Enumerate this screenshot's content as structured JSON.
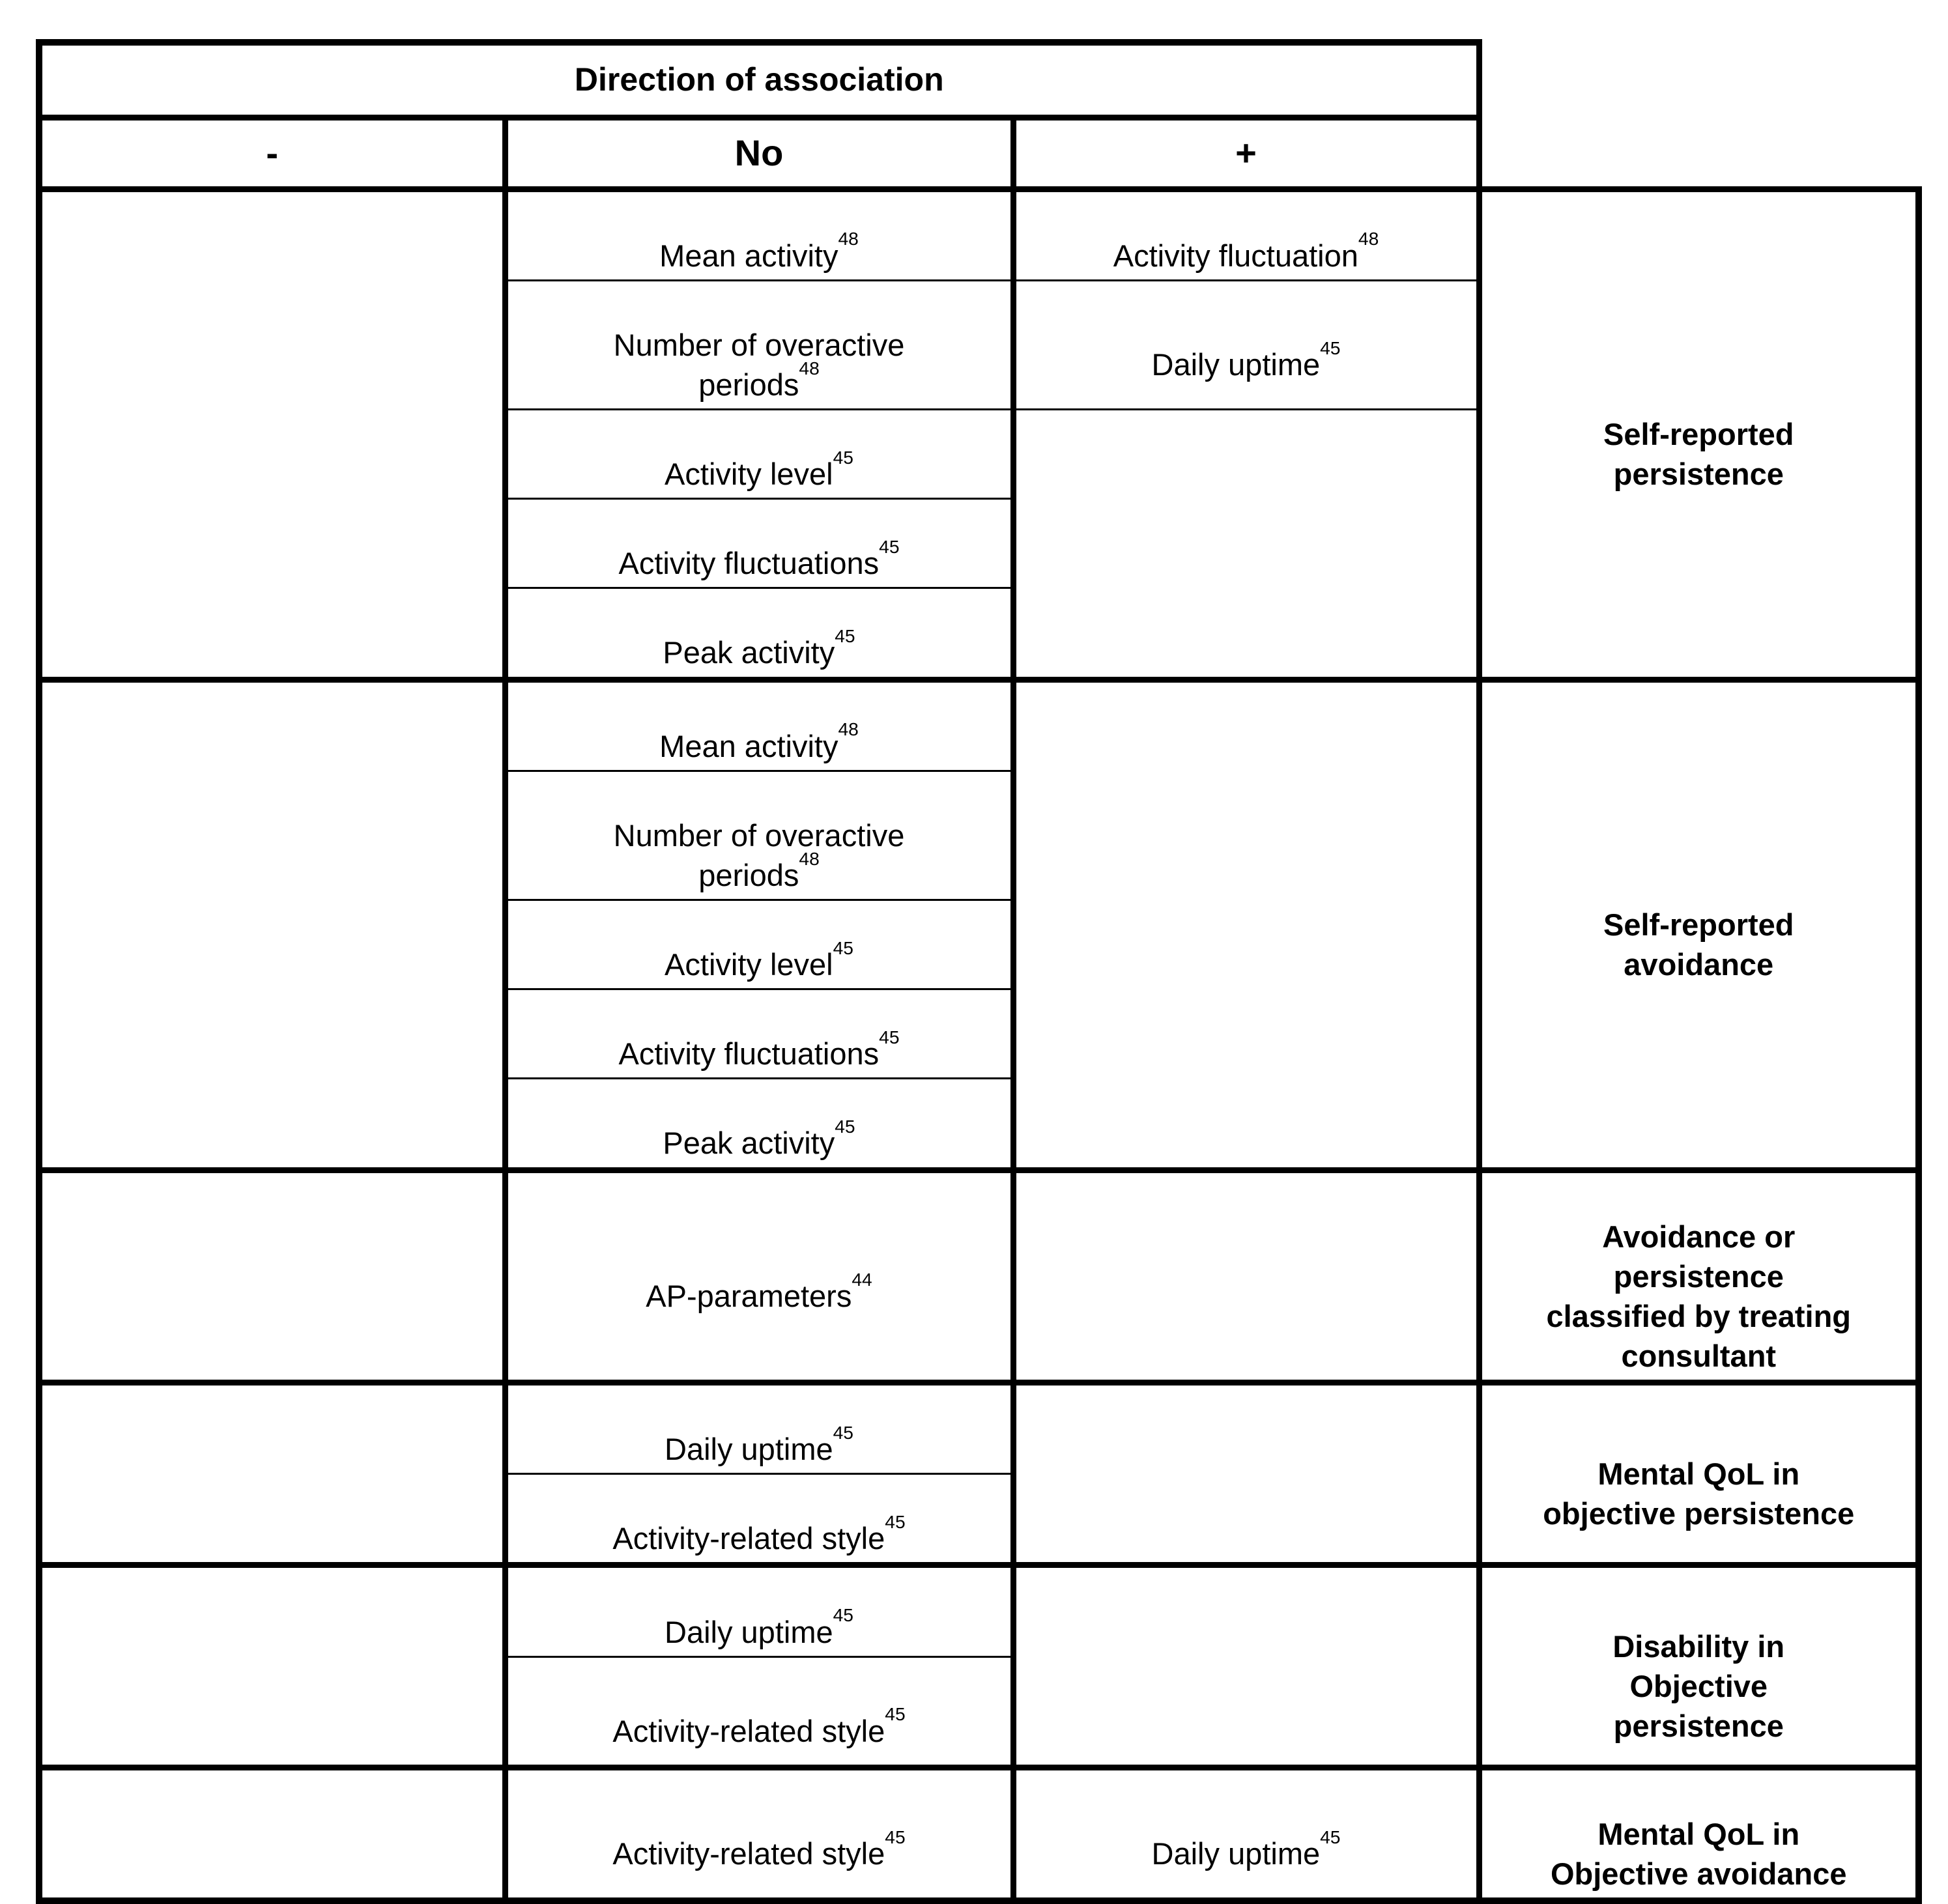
{
  "header": {
    "direction_label": "Direction of association",
    "col_negative": "-",
    "col_no": "No",
    "col_positive": "+"
  },
  "groups": [
    {
      "label": "Self-reported\npersistence",
      "no_items": [
        {
          "text": "Mean activity",
          "sup": "48"
        },
        {
          "text": "Number of overactive\nperiods",
          "sup": "48"
        },
        {
          "text": "Activity level",
          "sup": "45"
        },
        {
          "text": "Activity fluctuations",
          "sup": "45"
        },
        {
          "text": "Peak activity",
          "sup": "45"
        }
      ],
      "plus_items": [
        {
          "text": "Activity fluctuation",
          "sup": "48"
        },
        {
          "text": "Daily uptime",
          "sup": "45"
        }
      ]
    },
    {
      "label": "Self-reported\navoidance",
      "no_items": [
        {
          "text": "Mean activity",
          "sup": "48"
        },
        {
          "text": "Number of overactive\nperiods",
          "sup": "48"
        },
        {
          "text": "Activity level",
          "sup": "45"
        },
        {
          "text": "Activity fluctuations",
          "sup": "45"
        },
        {
          "text": "Peak activity",
          "sup": "45"
        }
      ],
      "plus_items": []
    },
    {
      "label": "Avoidance or\npersistence\nclassified by treating\nconsultant",
      "no_items": [
        {
          "text": "AP-parameters",
          "sup": "44"
        }
      ],
      "plus_items": []
    },
    {
      "label": "Mental QoL in\nobjective persistence",
      "no_items": [
        {
          "text": "Daily uptime",
          "sup": "45"
        },
        {
          "text": "Activity-related style",
          "sup": "45"
        }
      ],
      "plus_items": []
    },
    {
      "label": "Disability in\nObjective\npersistence",
      "no_items": [
        {
          "text": "Daily uptime",
          "sup": "45"
        },
        {
          "text": "Activity-related style",
          "sup": "45"
        }
      ],
      "plus_items": []
    },
    {
      "label": "Mental QoL in\nObjective avoidance",
      "no_items": [
        {
          "text": "Activity-related style",
          "sup": "45"
        }
      ],
      "plus_items": [
        {
          "text": "Daily uptime",
          "sup": "45"
        }
      ]
    }
  ]
}
